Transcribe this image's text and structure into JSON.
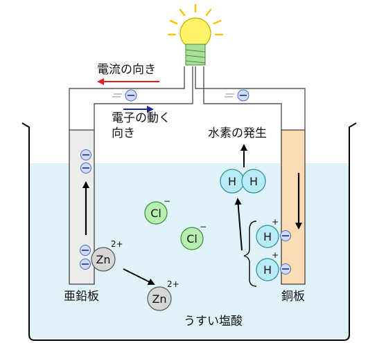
{
  "labels": {
    "current_direction": "電流の向き",
    "electron_direction_line1": "電子の動く",
    "electron_direction_line2": "向き",
    "hydrogen_generation": "水素の発生",
    "zinc_plate": "亜鉛板",
    "copper_plate": "銅板",
    "solution": "うすい塩酸"
  },
  "ions": {
    "chloride": "Cl",
    "chloride_charge": "−",
    "zinc": "Zn",
    "zinc_charge": "2+",
    "hydrogen": "H",
    "hydrogen_charge": "+",
    "electron_sign": "−"
  },
  "colors": {
    "solution": "#dff2f8",
    "zinc_plate": "#ececec",
    "copper_plate": "#fbdcb4",
    "chloride_ion": "#b7efb1",
    "hydrogen_ion": "#b8ecf4",
    "zinc_ion": "#d6d6d6",
    "electron": "#cfdcf8",
    "current_arrow": "#e02020",
    "electron_arrow": "#1a2a8c",
    "bulb": "#fff36a"
  }
}
